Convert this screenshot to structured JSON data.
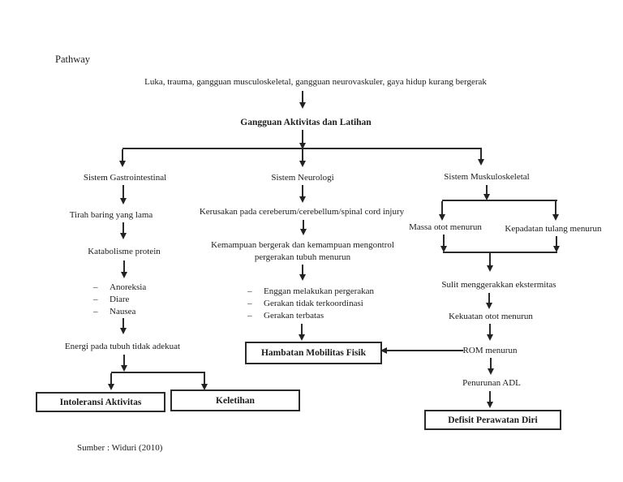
{
  "page": {
    "label": "Pathway",
    "source": "Sumber : Widuri (2010)"
  },
  "chart": {
    "bullet": "–",
    "etiology": "Luka, trauma, gangguan musculoskeletal, gangguan neurovaskuler, gaya hidup kurang bergerak",
    "diagnosis": "Gangguan Aktivitas dan Latihan",
    "gastro": {
      "header": "Sistem Gastrointestinal",
      "step1": "Tirah baring yang lama",
      "step2": "Katabolisme protein",
      "symptoms": [
        "Anoreksia",
        "Diare",
        "Nausea"
      ],
      "step3": "Energi pada tubuh tidak adekuat",
      "outcome1": "Intoleransi Aktivitas",
      "outcome2": "Keletihan"
    },
    "neuro": {
      "header": "Sistem Neurologi",
      "step1": "Kerusakan pada cereberum/cerebellum/spinal cord injury",
      "step2": "Kemampuan bergerak dan kemampuan mengontrol pergerakan tubuh menurun",
      "symptoms": [
        "Enggan melakukan pergerakan",
        "Gerakan tidak terkoordinasi",
        "Gerakan terbatas"
      ],
      "outcome": "Hambatan Mobilitas Fisik"
    },
    "musculo": {
      "header": "Sistem Muskuloskeletal",
      "branch1": "Massa otot menurun",
      "branch2": "Kepadatan tulang menurun",
      "step1": "Sulit menggerakkan ekstermitas",
      "step2": "Kekuatan otot menurun",
      "step3": "ROM menurun",
      "step4": "Penurunan ADL",
      "outcome": "Defisit Perawatan Diri"
    }
  }
}
